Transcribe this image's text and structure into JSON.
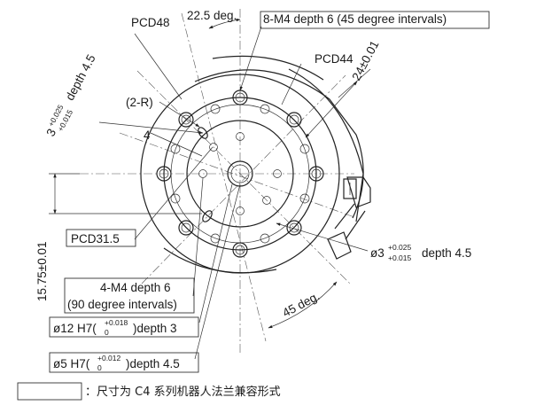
{
  "labels": {
    "pcd48": "PCD48",
    "pcd44": "PCD44",
    "pcd31_5": "PCD31.5",
    "angle_22_5": "22.5 deg.",
    "angle_45": "45 deg.",
    "m4_8": "8-M4 depth 6 (45 degree intervals)",
    "m4_4_line1": "4-M4 depth 6",
    "m4_4_line2": "(90 degree intervals)",
    "two_r": "(2-R)",
    "four": "4",
    "dim_24": "24±0.01",
    "dim_15_75": "15.75±0.01",
    "pin3_left_prefix": "3",
    "pin3_left_tol_upper": "+0.025",
    "pin3_left_tol_lower": "+0.015",
    "pin3_left_suffix": "depth 4.5",
    "pin3_right_prefix": "ø3",
    "pin3_right_tol_upper": "+0.025",
    "pin3_right_tol_lower": "+0.015",
    "pin3_right_suffix": "depth 4.5",
    "h12_prefix": "ø12 H7(",
    "h12_tol_upper": "+0.018",
    "h12_tol_lower": "0",
    "h12_suffix": ")depth 3",
    "h5_prefix": "ø5 H7(",
    "h5_tol_upper": "+0.012",
    "h5_tol_lower": "0",
    "h5_suffix": ")depth 4.5"
  },
  "legend": {
    "text": "：尺寸为 C4 系列机器人法兰兼容形式"
  }
}
